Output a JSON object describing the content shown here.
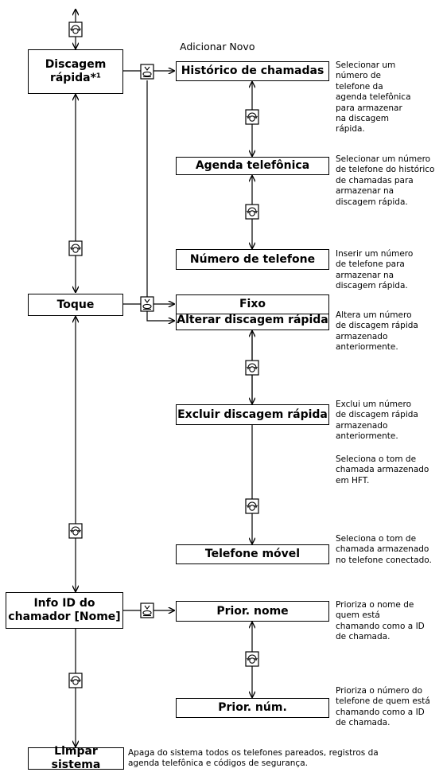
{
  "header": {
    "add_new": "Adicionar Novo"
  },
  "left_menu": [
    {
      "id": "speed-dial",
      "label": "Discagem rápida*¹"
    },
    {
      "id": "ringtone",
      "label": "Toque"
    },
    {
      "id": "caller-id",
      "label": "Info ID do chamador [Nome]"
    },
    {
      "id": "system-clear",
      "label": "Limpar sistema",
      "description": "Apaga do sistema todos os telefones pareados, registros da agenda telefônica e códigos de segurança."
    }
  ],
  "speed_dial_options": [
    {
      "id": "call-history",
      "label": "Histórico de chamadas",
      "description": "Selecionar um número de telefone da agenda telefônica para armazenar na discagem rápida."
    },
    {
      "id": "phonebook",
      "label": "Agenda telefônica",
      "description": "Selecionar um número de telefone do histórico de chamadas para armazenar na discagem rápida."
    },
    {
      "id": "phone-number",
      "label": "Número de telefone",
      "description": "Inserir um número de telefone para armazenar na discagem rápida."
    },
    {
      "id": "edit-speed-dial",
      "label": "Alterar discagem rápida",
      "description": "Altera um número de discagem rápida armazenado anteriormente."
    },
    {
      "id": "delete-speed-dial",
      "label": "Excluir discagem rápida",
      "description": "Exclui um número de discagem rápida armazenado anteriormente."
    }
  ],
  "ringtone_options": [
    {
      "id": "fixed",
      "label": "Fixo",
      "description": "Seleciona o tom de chamada armazenado em HFT."
    },
    {
      "id": "mobile-phone",
      "label": "Telefone móvel",
      "description": "Seleciona o tom de chamada armazenado no telefone conectado."
    }
  ],
  "caller_id_options": [
    {
      "id": "name-priority",
      "label": "Prior. nome",
      "description": "Prioriza o nome de quem está chamando como a ID de chamada."
    },
    {
      "id": "number-priority",
      "label": "Prior. núm.",
      "description": "Prioriza o número do telefone de quem está chamando como a ID de chamada."
    }
  ],
  "icons": {
    "rotate": "rotate-knob-icon",
    "press": "press-knob-icon"
  }
}
